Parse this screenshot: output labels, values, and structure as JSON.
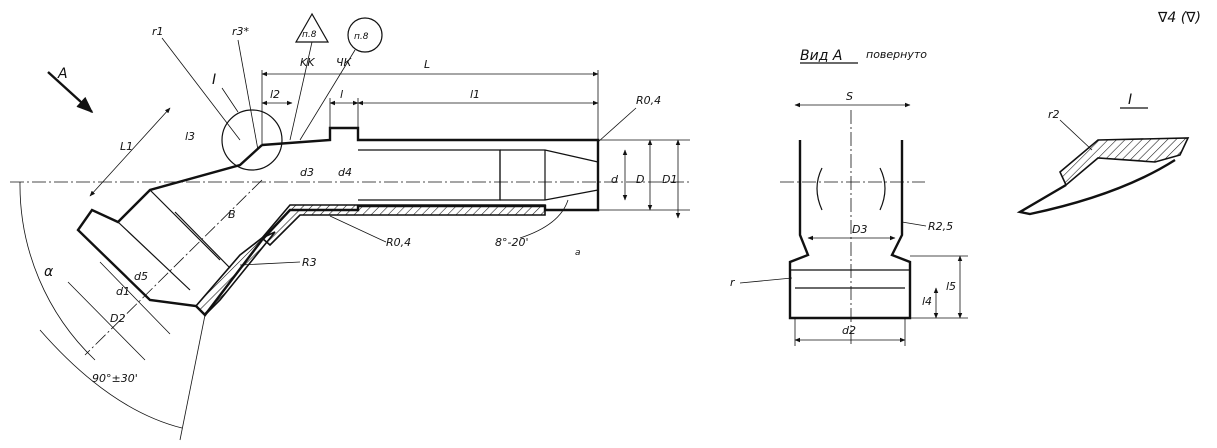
{
  "corner_mark": "∇4 (∇)",
  "main_view": {
    "view_arrow": "A",
    "detail_marker": "I",
    "note_triangle": "п.8",
    "note_circle": "п.8",
    "dim_labels": {
      "L": "L",
      "l1": "l1",
      "l": "l",
      "l2": "l2",
      "l3": "l3",
      "L1": "L1",
      "r1": "r1",
      "r3": "r3*",
      "d": "d",
      "D": "D",
      "D1": "D1",
      "d3": "d3",
      "d4": "d4",
      "d1": "d1",
      "d5": "d5",
      "D2": "D2",
      "B": "B",
      "alpha": "α",
      "R04a": "R0,4",
      "R04b": "R0,4",
      "R3": "R3",
      "angle_cone": "8°-20'",
      "angle_bend": "90°±30'",
      "angle_a": "а",
      "KK": "KK",
      "UK": "ЧК"
    }
  },
  "view_a": {
    "title": "Вид А",
    "subtitle": "повернуто",
    "labels": {
      "S": "S",
      "D3": "D3",
      "R25": "R2,5",
      "r": "r",
      "l4": "l4",
      "l5": "l5",
      "d2": "d2"
    }
  },
  "detail_i": {
    "title": "I",
    "label_r2": "r2"
  }
}
